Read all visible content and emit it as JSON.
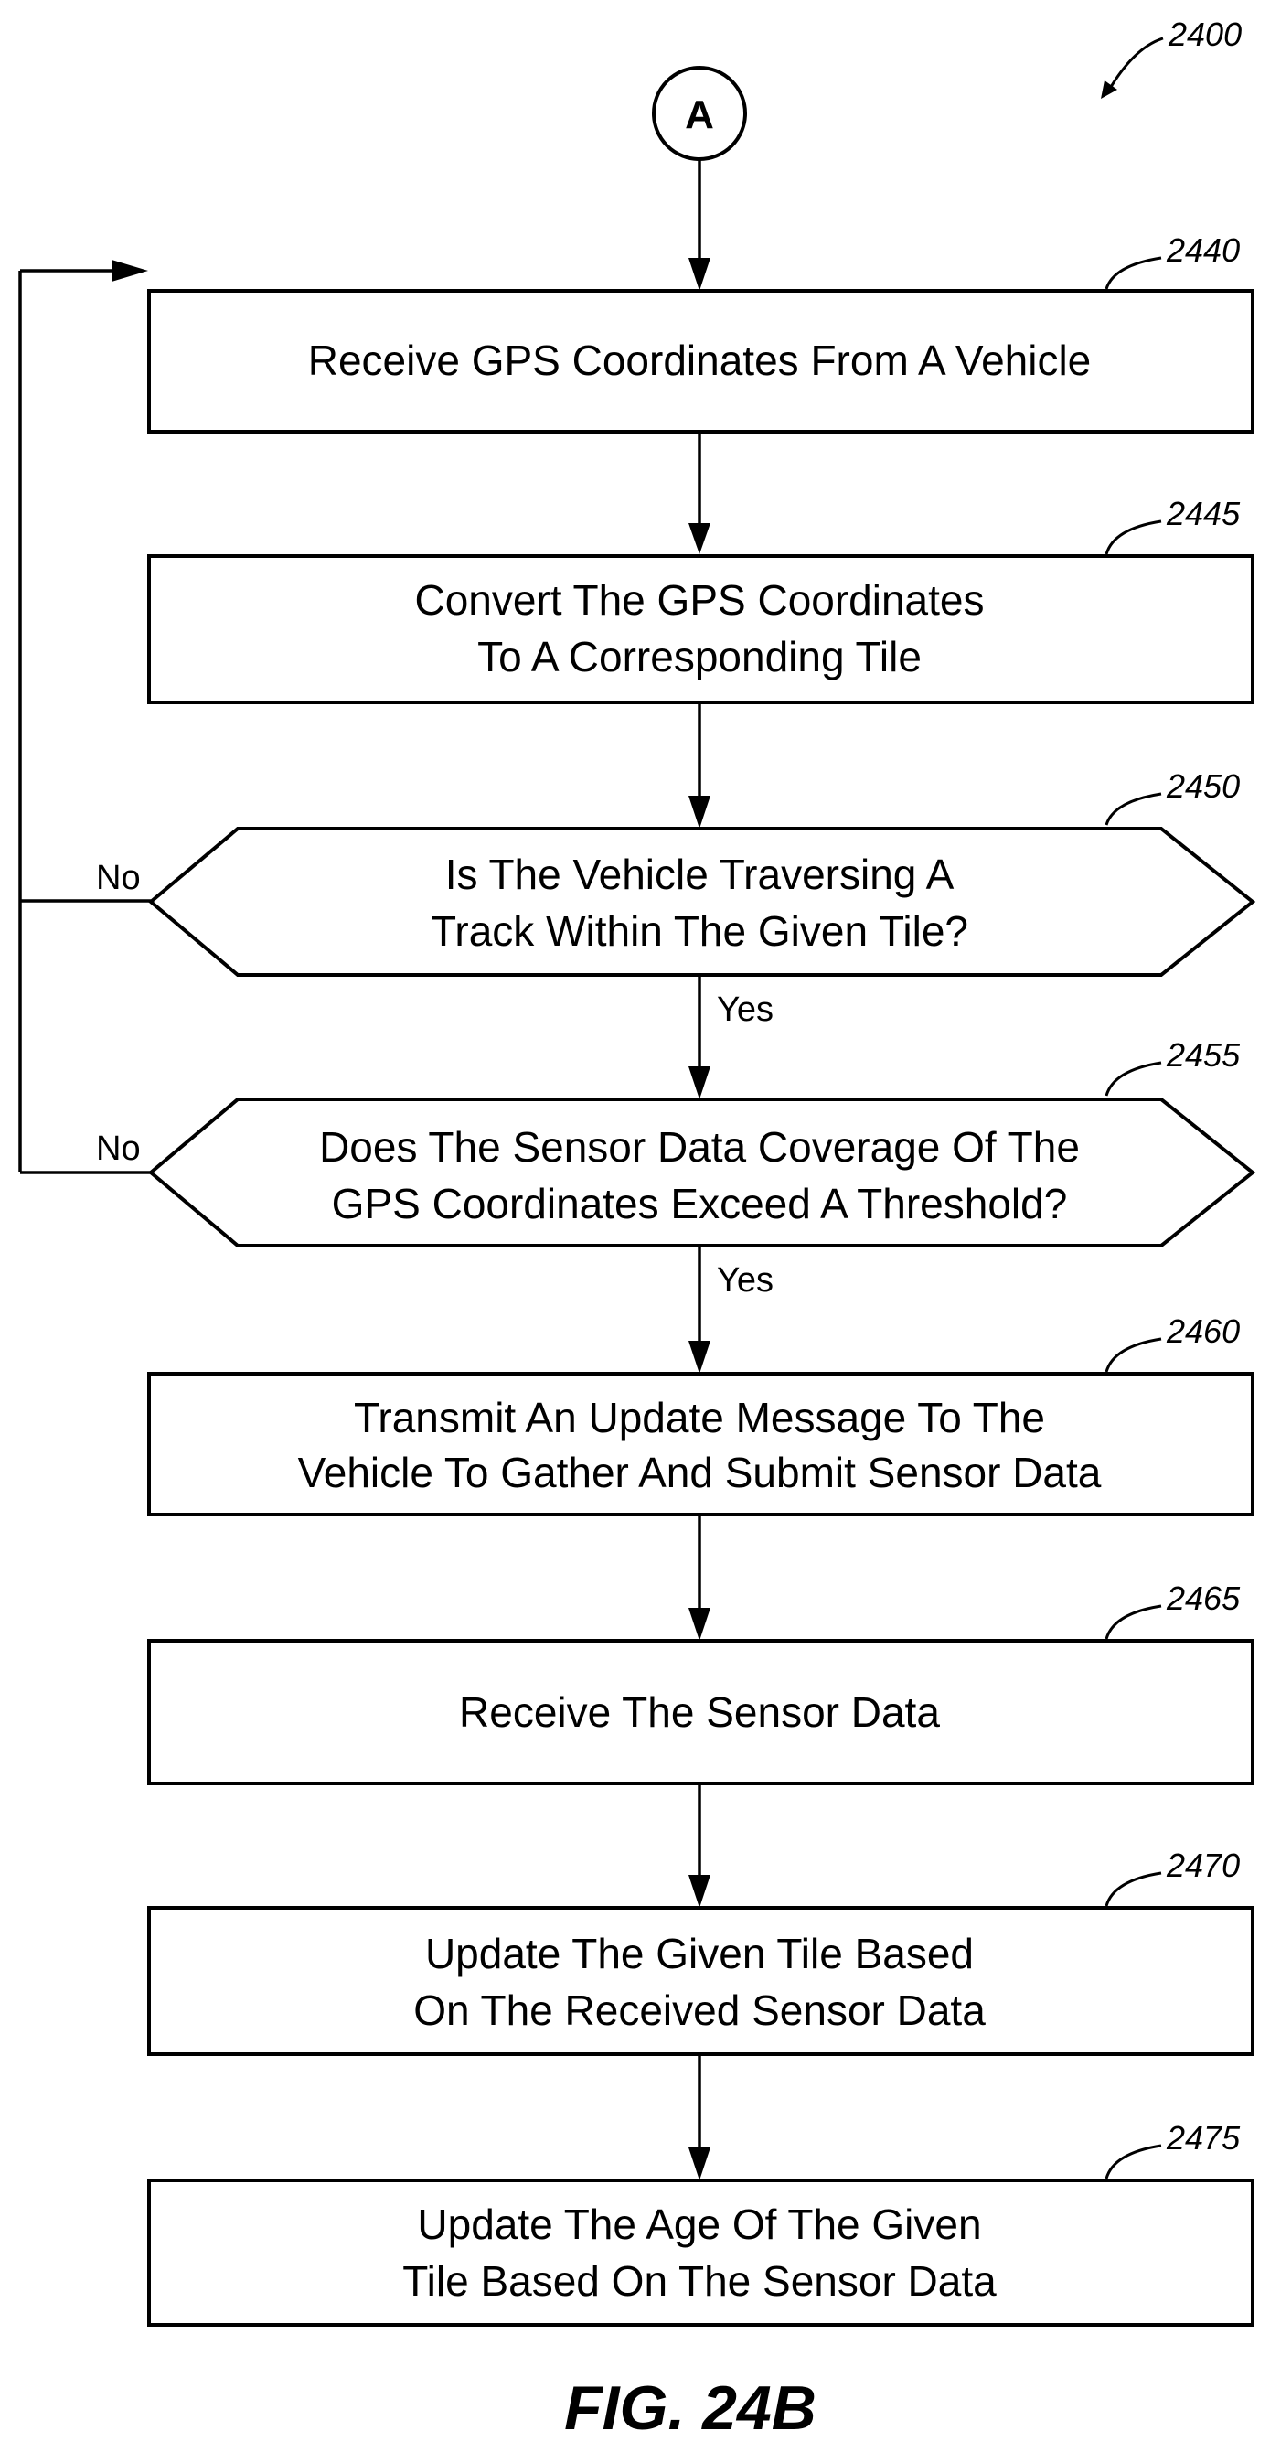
{
  "figure_ref": "2400",
  "connector": "A",
  "steps": [
    {
      "ref": "2440",
      "lines": [
        "Receive GPS Coordinates From A Vehicle"
      ]
    },
    {
      "ref": "2445",
      "lines": [
        "Convert The GPS Coordinates",
        "To A Corresponding Tile"
      ]
    },
    {
      "ref": "2450",
      "lines": [
        "Is The Vehicle Traversing A",
        "Track Within The Given Tile?"
      ],
      "yes": "Yes",
      "no": "No"
    },
    {
      "ref": "2455",
      "lines": [
        "Does The Sensor Data Coverage Of The",
        "GPS Coordinates Exceed A Threshold?"
      ],
      "yes": "Yes",
      "no": "No"
    },
    {
      "ref": "2460",
      "lines": [
        "Transmit An Update Message To The",
        "Vehicle To Gather And Submit Sensor Data"
      ]
    },
    {
      "ref": "2465",
      "lines": [
        "Receive The Sensor Data"
      ]
    },
    {
      "ref": "2470",
      "lines": [
        "Update The Given Tile Based",
        "On The Received Sensor Data"
      ]
    },
    {
      "ref": "2475",
      "lines": [
        "Update The Age Of The Given",
        "Tile Based On The Sensor Data"
      ]
    }
  ],
  "caption": "FIG. 24B"
}
